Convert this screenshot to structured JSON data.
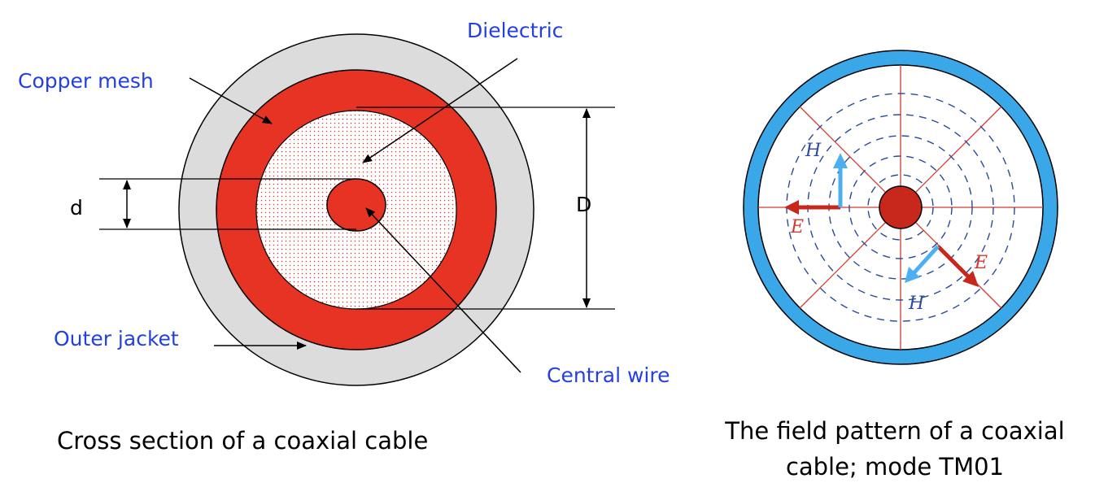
{
  "left_diagram": {
    "labels": {
      "dielectric": "Dielectric",
      "copper_mesh": "Copper mesh",
      "outer_jacket": "Outer jacket",
      "central_wire": "Central wire",
      "small_dim": "d",
      "large_dim": "D"
    },
    "caption": "Cross section of a coaxial cable",
    "colors": {
      "jacket": "#dcdcdc",
      "copper": "#e63323",
      "dielectric_dot": "#e63323",
      "label": "#2440e0"
    }
  },
  "right_diagram": {
    "vector_labels": {
      "h_top": "H",
      "e_left": "E",
      "e_right": "E",
      "h_bottom": "H"
    },
    "caption_line1": "The field pattern of a coaxial",
    "caption_line2": "cable; mode TM01",
    "colors": {
      "shield": "#3aa8e8",
      "core": "#c8281c",
      "e_field": "#d03a30",
      "h_field": "#2a4a9a",
      "h_arrow": "#4ab0f0"
    }
  }
}
